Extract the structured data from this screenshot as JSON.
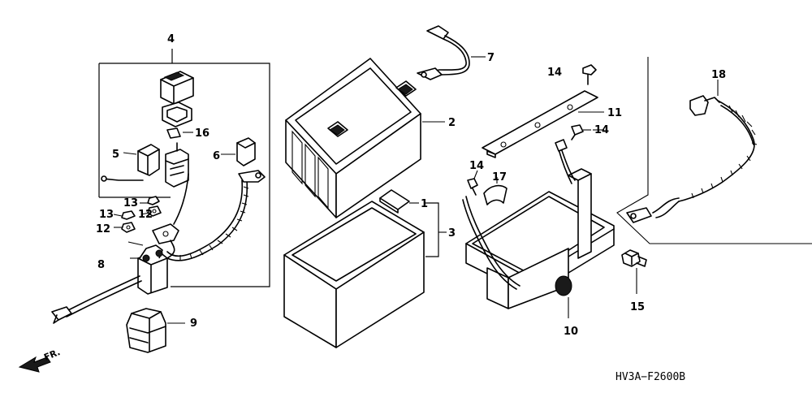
{
  "callouts": {
    "c1": "1",
    "c2": "2",
    "c3": "3",
    "c4": "4",
    "c5": "5",
    "c6": "6",
    "c7": "7",
    "c8": "8",
    "c9": "9",
    "c10": "10",
    "c11": "11",
    "c12": "12",
    "c13a": "13",
    "c13b": "13",
    "c12b": "12",
    "c14a": "14",
    "c14b": "14",
    "c14c": "14",
    "c15": "15",
    "c16": "16",
    "c17": "17",
    "c18": "18"
  },
  "direction_label": "FR.",
  "diagram_code": "HV3A−F2600B"
}
